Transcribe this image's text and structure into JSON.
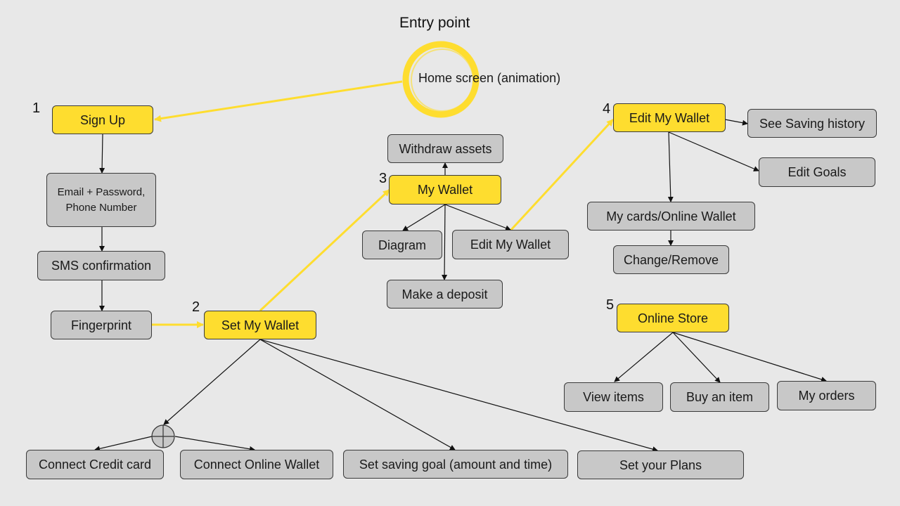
{
  "title": "Entry point",
  "home": "Home  screen (animation)",
  "numbers": [
    "1",
    "2",
    "3",
    "4",
    "5"
  ],
  "nodes": {
    "sign_up": "Sign Up",
    "email_password": "Email + Password, Phone Number",
    "sms": "SMS confirmation",
    "fingerprint": "Fingerprint",
    "set_wallet": "Set My Wallet",
    "connect_credit": "Connect Credit card",
    "connect_online": "Connect Online Wallet",
    "saving_goal": "Set saving goal (amount and time)",
    "plans": "Set your Plans",
    "withdraw": "Withdraw assets",
    "my_wallet": "My Wallet",
    "diagram": "Diagram",
    "edit_wallet_gray": "Edit  My Wallet",
    "deposit": "Make a deposit",
    "edit_wallet": "Edit  My Wallet",
    "saving_history": "See Saving history",
    "edit_goals": "Edit  Goals",
    "cards": "My cards/Online Wallet",
    "change_remove": "Change/Remove",
    "store": "Online Store",
    "view_items": "View items",
    "buy_item": "Buy an item",
    "orders": "My orders"
  },
  "colors": {
    "accent": "#fedd2f",
    "box": "#c8c8c8",
    "background": "#e8e8e8"
  }
}
